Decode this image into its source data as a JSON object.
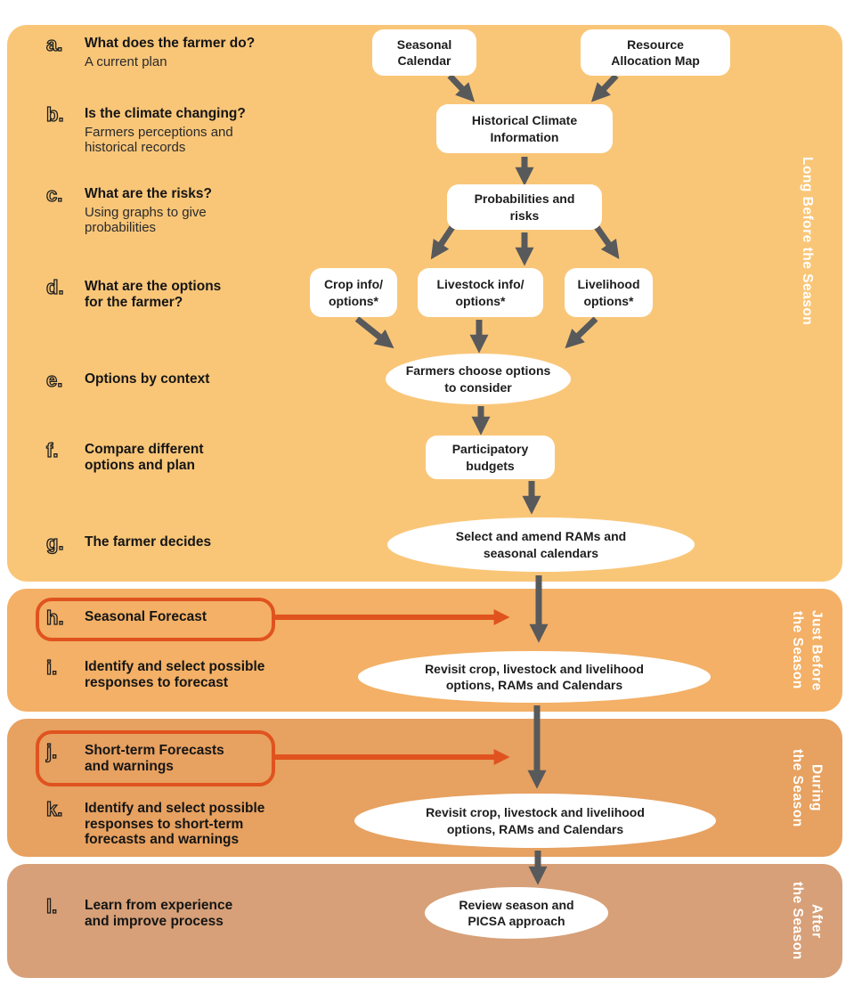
{
  "bands": [
    {
      "label": "Long Before the Season",
      "color": "#F9C678"
    },
    {
      "label": "Just Before\nthe Season",
      "color": "#F3B066"
    },
    {
      "label": "During\nthe Season",
      "color": "#E7A160"
    },
    {
      "label": "After\nthe Season",
      "color": "#D7A078"
    }
  ],
  "left_items": [
    {
      "letter": "a.",
      "title": "What does the farmer do?",
      "subtitle": "A current plan"
    },
    {
      "letter": "b.",
      "title": "Is the climate changing?",
      "subtitle": "Farmers perceptions and\nhistorical records"
    },
    {
      "letter": "c.",
      "title": "What are the risks?",
      "subtitle": "Using graphs to give\nprobabilities"
    },
    {
      "letter": "d.",
      "title": "What are the options\nfor the farmer?",
      "subtitle": ""
    },
    {
      "letter": "e.",
      "title": "Options by context",
      "subtitle": ""
    },
    {
      "letter": "f.",
      "title": "Compare different\noptions and plan",
      "subtitle": ""
    },
    {
      "letter": "g.",
      "title": "The farmer decides",
      "subtitle": ""
    },
    {
      "letter": "h.",
      "title": "Seasonal Forecast",
      "subtitle": ""
    },
    {
      "letter": "i.",
      "title": "Identify and select possible\nresponses to forecast",
      "subtitle": ""
    },
    {
      "letter": "j.",
      "title": "Short-term Forecasts\nand warnings",
      "subtitle": ""
    },
    {
      "letter": "k.",
      "title": "Identify and select possible\nresponses to short-term\nforecasts and warnings",
      "subtitle": ""
    },
    {
      "letter": "l.",
      "title": "Learn from experience\nand improve process",
      "subtitle": ""
    }
  ],
  "nodes": {
    "seasonal_calendar": "Seasonal\nCalendar",
    "resource_allocation_map": "Resource\nAllocation Map",
    "historical_climate": "Historical Climate\nInformation",
    "probabilities": "Probabilities and\nrisks",
    "crop_info": "Crop info/\noptions*",
    "livestock_info": "Livestock info/\noptions*",
    "livelihood": "Livelihood\noptions*",
    "farmers_choose": "Farmers choose options\nto consider",
    "participatory_budgets": "Participatory\nbudgets",
    "select_amend": "Select and amend RAMs and\nseasonal calendars",
    "revisit_just_before": "Revisit crop, livestock and livelihood\noptions, RAMs and Calendars",
    "revisit_during": "Revisit crop, livestock and livelihood\noptions, RAMs and Calendars",
    "review": "Review season and\nPICSA approach"
  },
  "colors": {
    "arrow_gray": "#58595B",
    "accent_orange": "#E0531F",
    "text_dark": "#1D1D1D",
    "node_white": "#FFFFFF"
  }
}
